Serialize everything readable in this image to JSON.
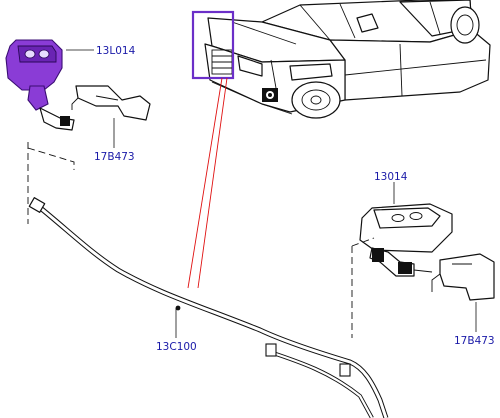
{
  "callouts": {
    "nozzle_left": "13L014",
    "bracket_left": "17B473",
    "nozzle_right": "13014",
    "bracket_right": "17B473",
    "hose": "13C100"
  },
  "colors": {
    "highlight_box": "#6b2fc8",
    "highlight_part": "#8a3cd6",
    "label_text": "#1a1aa8",
    "pointer_lines": "#e01010"
  },
  "icons": [
    "vehicle-front-icon",
    "washer-nozzle-icon",
    "bracket-icon",
    "hose-icon"
  ]
}
